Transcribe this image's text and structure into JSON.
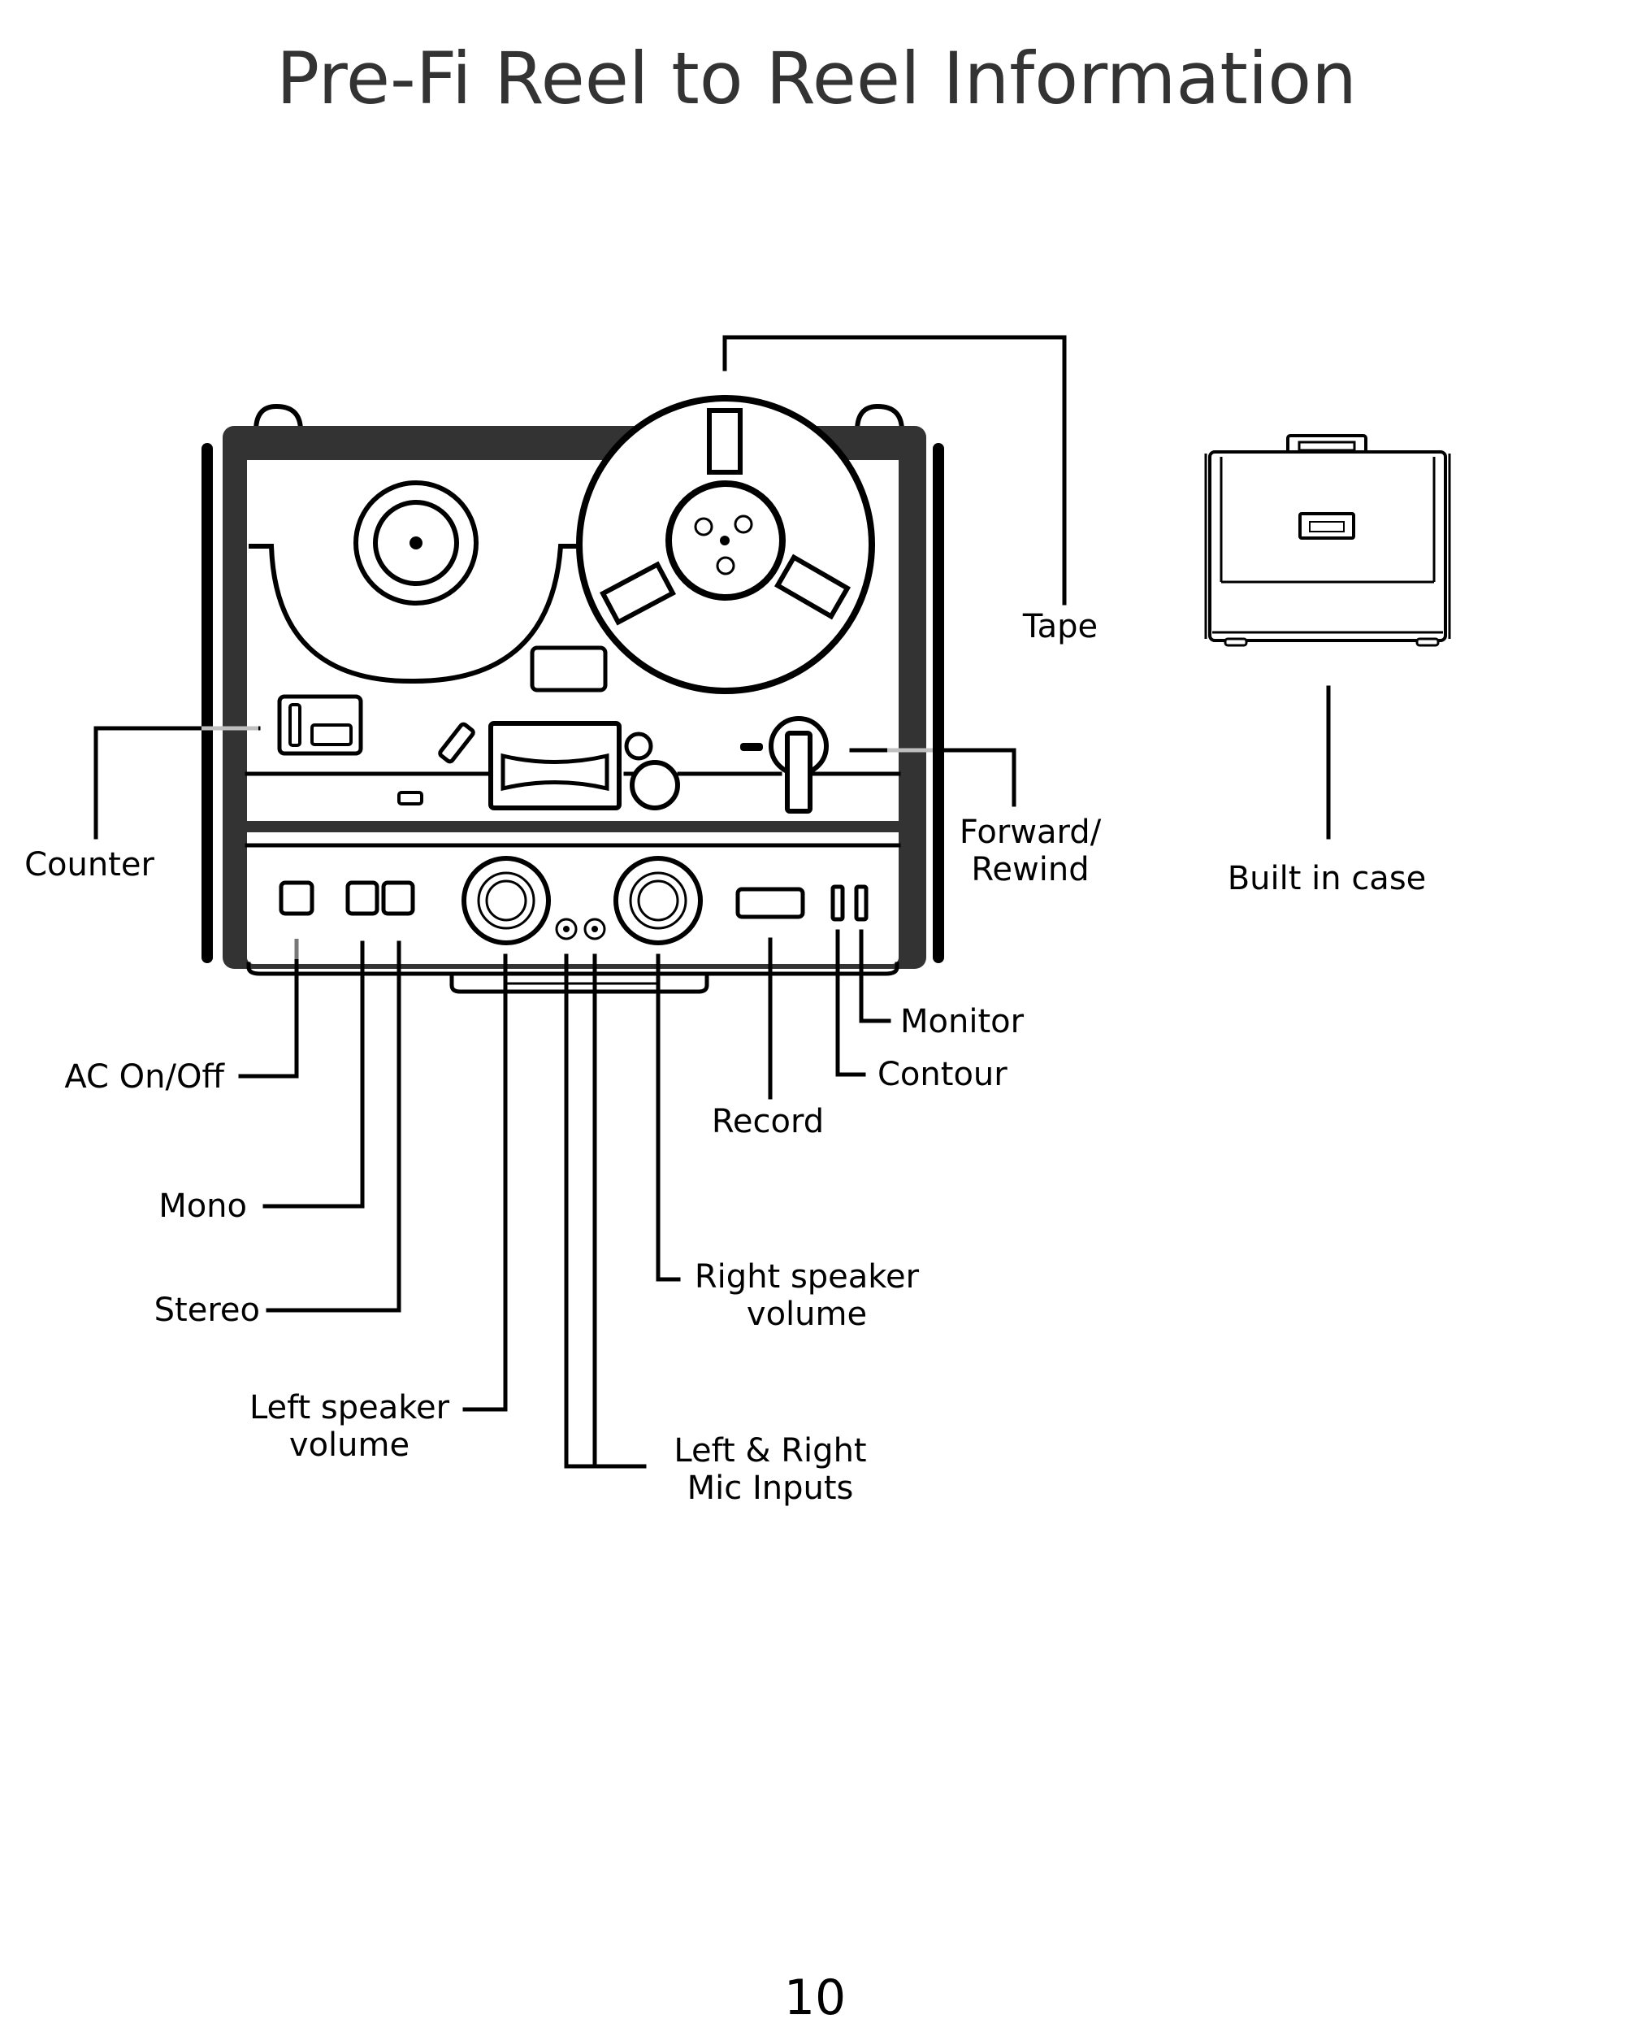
{
  "page": {
    "title": "Pre-Fi Reel to Reel Information",
    "page_number": "10"
  },
  "labels": {
    "tape": "Tape",
    "counter": "Counter",
    "forward_rewind": [
      "Forward/",
      "Rewind"
    ],
    "built_in_case": "Built in case",
    "ac_on_off": "AC On/Off",
    "mono": "Mono",
    "stereo": "Stereo",
    "left_speaker_volume": [
      "Left speaker",
      "volume"
    ],
    "left_right_mic_inputs": [
      "Left & Right",
      "Mic Inputs"
    ],
    "right_speaker_volume": [
      "Right speaker",
      "volume"
    ],
    "record": "Record",
    "contour": "Contour",
    "monitor": "Monitor"
  },
  "colors": {
    "ink": "#000000",
    "body": "#333333",
    "title": "#333333",
    "background": "#ffffff"
  }
}
